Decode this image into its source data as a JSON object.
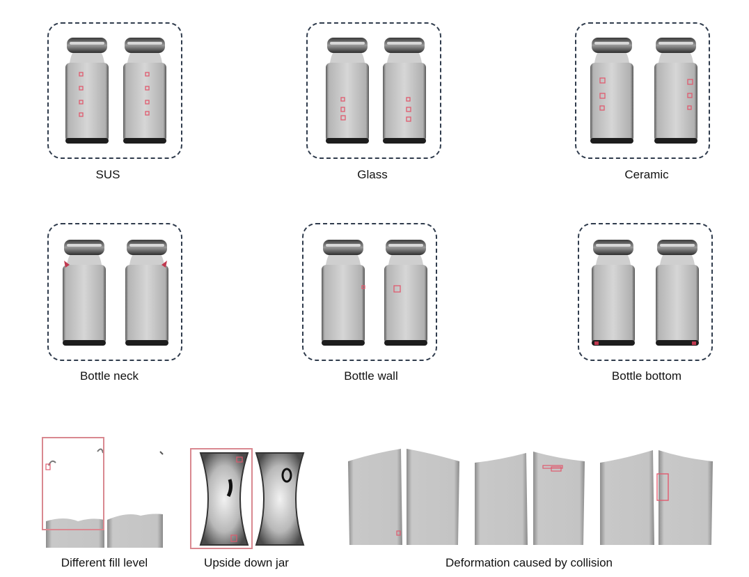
{
  "captions": {
    "sus": "SUS",
    "glass": "Glass",
    "ceramic": "Ceramic",
    "bottle_neck": "Bottle neck",
    "bottle_wall": "Bottle wall",
    "bottle_bottom": "Bottle bottom",
    "fill_level": "Different fill level",
    "upside_down": "Upside down jar",
    "deformation": "Deformation caused by collision"
  },
  "colors": {
    "frame": "#2f3b4c",
    "marker": "#e05a6e",
    "highlight_box": "#d98890"
  }
}
